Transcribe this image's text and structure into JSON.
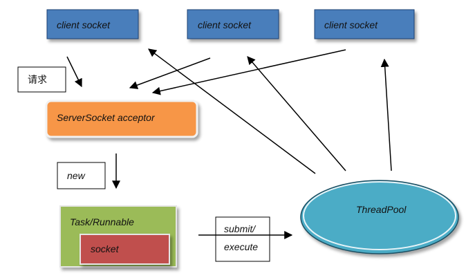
{
  "nodes": {
    "client_socket_1": "client socket",
    "client_socket_2": "client socket",
    "client_socket_3": "client socket",
    "request_label": "请求",
    "acceptor": "ServerSocket acceptor",
    "new_label": "new",
    "task": "Task/Runnable",
    "socket": "socket",
    "submit_label_line1": "submit/",
    "submit_label_line2": "execute",
    "threadpool": "ThreadPool"
  },
  "colors": {
    "client_fill": "#4a7ebb",
    "client_stroke": "#1f3f73",
    "acceptor_fill": "#f79646",
    "task_fill": "#9bbb59",
    "socket_fill": "#c0504d",
    "threadpool_fill": "#4bacc6",
    "threadpool_stroke": "#1f4f62",
    "arrow": "#000000"
  }
}
